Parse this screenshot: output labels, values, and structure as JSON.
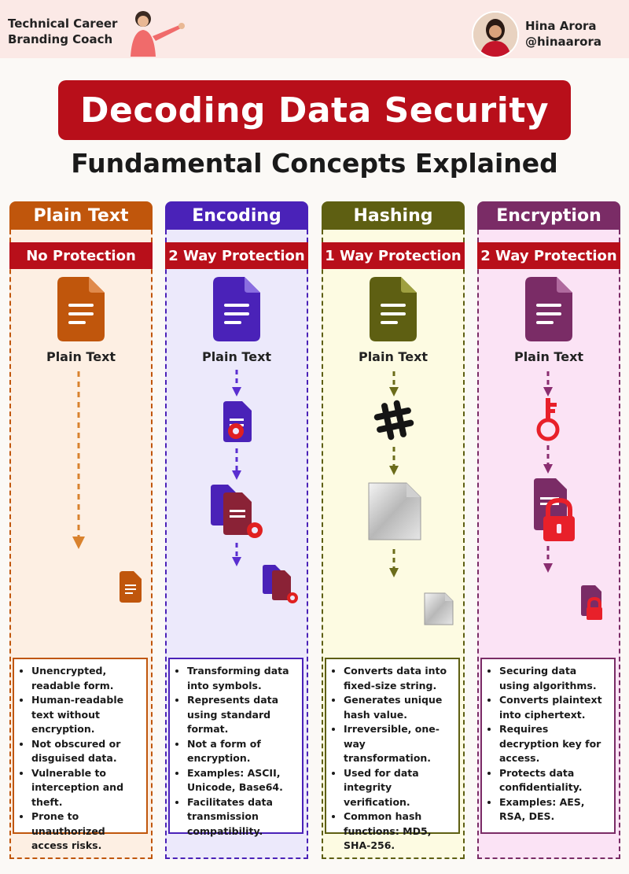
{
  "header": {
    "coach_line1": "Technical Career",
    "coach_line2": "Branding Coach",
    "author_name": "Hina Arora",
    "author_handle": "@hinaarora"
  },
  "title": "Decoding Data Security",
  "subtitle": "Fundamental Concepts Explained",
  "columns": [
    {
      "title": "Plain Text",
      "protection": "No Protection",
      "doc_label": "Plain Text",
      "color": "#c0560c",
      "bg": "#fdefe3",
      "points": [
        "Unencrypted, readable form.",
        "Human-readable text without encryption.",
        "Not obscured or disguised data.",
        "Vulnerable to interception and theft.",
        "Prone to unauthorized access risks."
      ]
    },
    {
      "title": "Encoding",
      "protection": "2 Way Protection",
      "doc_label": "Plain Text",
      "color": "#4a22b8",
      "bg": "#ece9fb",
      "points": [
        "Transforming data into symbols.",
        "Represents data using standard format.",
        "Not a form of encryption.",
        "Examples: ASCII, Unicode, Base64.",
        "Facilitates data transmission compatibility."
      ]
    },
    {
      "title": "Hashing",
      "protection": "1 Way Protection",
      "doc_label": "Plain Text",
      "color": "#5e5f12",
      "bg": "#fdfbe2",
      "points": [
        "Converts data into fixed-size string.",
        "Generates unique hash value.",
        "Irreversible, one-way transformation.",
        "Used for data integrity verification.",
        "Common hash functions: MD5, SHA-256."
      ]
    },
    {
      "title": "Encryption",
      "protection": "2 Way Protection",
      "doc_label": "Plain Text",
      "color": "#7a2c66",
      "bg": "#fbe3f5",
      "points": [
        "Securing data using algorithms.",
        "Converts plaintext into ciphertext.",
        "Requires decryption key for access.",
        "Protects data confidentiality.",
        "Examples: AES, RSA, DES."
      ]
    }
  ]
}
